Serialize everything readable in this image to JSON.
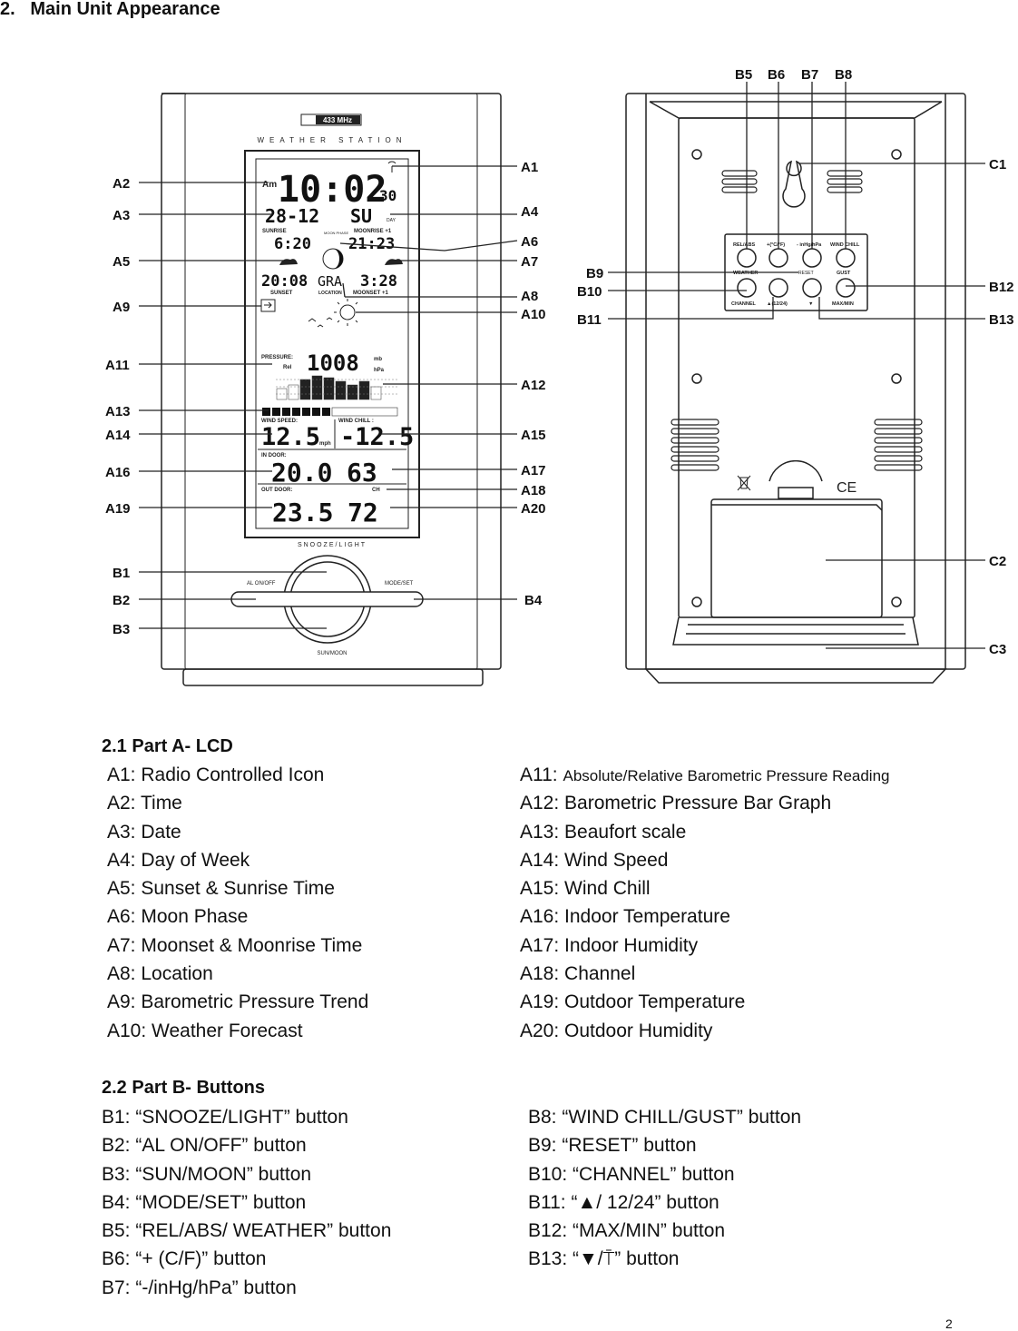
{
  "heading": {
    "number": "2.",
    "title": "Main Unit Appearance"
  },
  "figure": {
    "front": {
      "freq_badge": "433 MHz",
      "brand": "WEATHER STATION",
      "time": "10:02",
      "am": "Am",
      "seconds": "30",
      "date": "28-12",
      "day": "SU",
      "day_label": "DAY",
      "sunrise_label": "SUNRISE",
      "sunrise": "6:20",
      "moonphase_label": "MOON PHASE",
      "moonrise_label": "MOONRISE +1",
      "moonrise": "21:23",
      "sunset": "20:08",
      "sunset_label": "SUNSET",
      "location": "GRA",
      "location_label": "LOCATION",
      "moonset": "3:28",
      "moonset_label": "MOONSET +1",
      "pressure_label": "PRESSURE:",
      "rel_label": "Rel",
      "pressure": "1008",
      "pressure_unit_mb": "mb",
      "pressure_unit_hpa": "hPa",
      "wind_speed_label": "WIND SPEED:",
      "wind_chill_label": "WIND CHILL :",
      "wind_speed": "12.5",
      "wind_unit": "mph",
      "wind_chill": "-12.5",
      "indoor_label": "IN DOOR:",
      "indoor_temp": "20.0",
      "indoor_hum": "63",
      "outdoor_label": "OUT DOOR:",
      "channel_label": "CH",
      "outdoor_temp": "23.5",
      "outdoor_hum": "72",
      "snooze_label": "SNOOZE/LIGHT",
      "al_label": "AL ON/OFF",
      "mode_label": "MODE/SET",
      "sunmoon_label": "SUN/MOON"
    },
    "back": {
      "btn_top": [
        "REL/ABS",
        "+(°C/°F)",
        "- inHg/hPa",
        "WIND CHILL"
      ],
      "btn_mid": [
        "WEATHER",
        "RESET",
        "GUST"
      ],
      "btn_bot": [
        "CHANNEL",
        "▲(12/24)",
        "▼",
        "MAX/MIN"
      ]
    },
    "callouts": {
      "A1": "A1",
      "A2": "A2",
      "A3": "A3",
      "A4": "A4",
      "A5": "A5",
      "A6": "A6",
      "A7": "A7",
      "A8": "A8",
      "A9": "A9",
      "A10": "A10",
      "A11": "A11",
      "A12": "A12",
      "A13": "A13",
      "A14": "A14",
      "A15": "A15",
      "A16": "A16",
      "A17": "A17",
      "A18": "A18",
      "A19": "A19",
      "A20": "A20",
      "B1": "B1",
      "B2": "B2",
      "B3": "B3",
      "B4": "B4",
      "B5": "B5",
      "B6": "B6",
      "B7": "B7",
      "B8": "B8",
      "B9": "B9",
      "B10": "B10",
      "B11": "B11",
      "B12": "B12",
      "B13": "B13",
      "C1": "C1",
      "C2": "C2",
      "C3": "C3"
    }
  },
  "partA": {
    "title": "2.1 Part A- LCD",
    "left": [
      "A1: Radio Controlled Icon",
      "A2: Time",
      "A3: Date",
      "A4: Day of Week",
      "A5: Sunset & Sunrise Time",
      "A6: Moon Phase",
      "A7: Moonset & Moonrise Time",
      "A8: Location",
      "A9: Barometric Pressure Trend",
      "A10: Weather Forecast"
    ],
    "right_first_prefix": "A11: ",
    "right_first_text": "Absolute/Relative Barometric Pressure Reading",
    "right": [
      "A12: Barometric Pressure Bar Graph",
      "A13: Beaufort scale",
      "A14: Wind Speed",
      "A15: Wind Chill",
      "A16: Indoor Temperature",
      "A17: Indoor Humidity",
      "A18: Channel",
      "A19: Outdoor Temperature",
      "A20: Outdoor Humidity"
    ]
  },
  "partB": {
    "title": "2.2 Part B- Buttons",
    "left": [
      "B1: “SNOOZE/LIGHT” button",
      "B2: “AL ON/OFF” button",
      "B3: “SUN/MOON” button",
      "B4: “MODE/SET” button",
      "B5: “REL/ABS/ WEATHER” button",
      "B6: “+ (C/F)” button",
      "B7: “-/inHg/hPa” button"
    ],
    "right": [
      "B8: “WIND CHILL/GUST” button",
      "B9: “RESET” button",
      "B10: “CHANNEL” button",
      "B11: “▲/ 12/24” button",
      "B12: “MAX/MIN” button",
      "B13: “▼/⍑” button"
    ]
  },
  "page_number": "2"
}
